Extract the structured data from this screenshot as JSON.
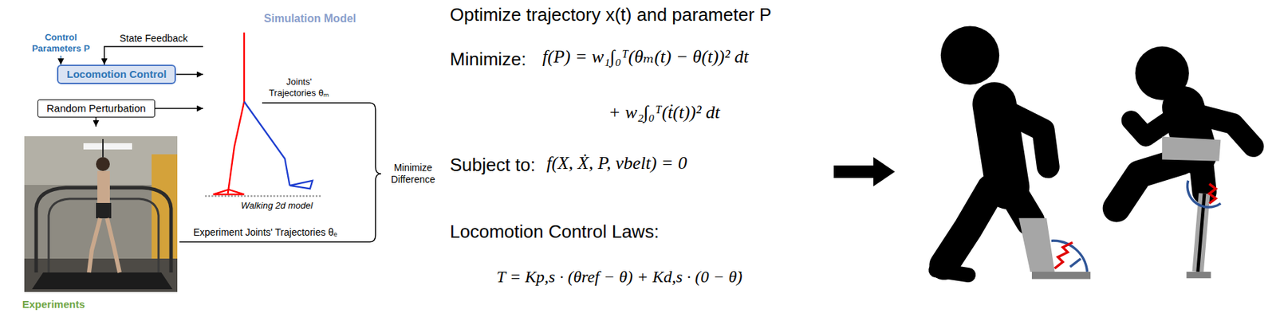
{
  "diagram": {
    "nodes": [
      {
        "text": [
          "Simulation Model"
        ]
      },
      {
        "text": [
          "Locomotion Control"
        ],
        "in": 0
      },
      {
        "text": [
          "Walking 2d model"
        ],
        "in": 0
      },
      {
        "text": [
          "Random Perturbation"
        ]
      },
      {
        "text": [
          "Experiments"
        ]
      }
    ],
    "edges": [
      {
        "from": 1,
        "to": 2,
        "arrow": "to"
      },
      {
        "from": 2,
        "to": 1,
        "label": "State Feedback",
        "arrow": "to"
      },
      {
        "from": 3,
        "to": 2,
        "arrow": "to"
      },
      {
        "from": 3,
        "to": 4,
        "arrow": "to"
      }
    ],
    "labels": [
      "Control Parameters P",
      "Joints' Trajectories θₘ",
      "Experiment Joints' Trajectories θₑ",
      "Minimize Difference",
      "Optimize trajectory x(t) and parameter P",
      "Minimize:",
      "f(P) = w₁∫₀ᵀ(θₘ(t) − θ(t))² dt",
      "+ w₂∫₀ᵀ(ṫ(t))² dt",
      "Subject to:",
      "f(X, Ẋ, P, vbelt) = 0",
      "Locomotion Control Laws:",
      "T = Kp,s · (θref − θ) + Kd,s · (0 − θ̇)"
    ]
  }
}
